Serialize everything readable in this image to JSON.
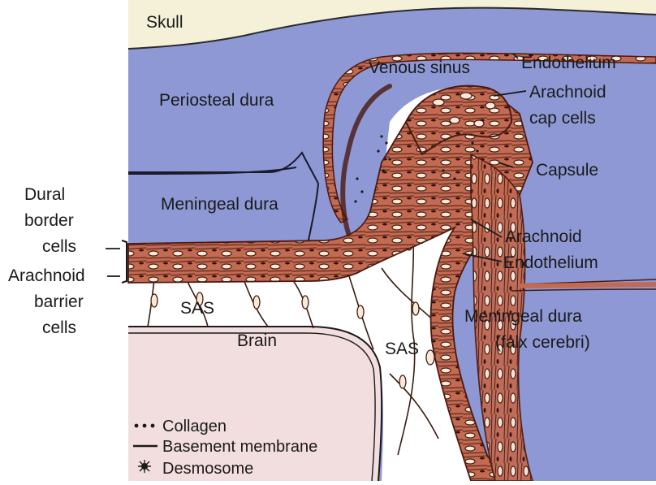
{
  "labels": {
    "skull": "Skull",
    "venous_sinus": "Venous sinus",
    "endothelium_top": "Endothelium",
    "arachnoid_cap_1": "Arachnoid",
    "arachnoid_cap_2": "cap cells",
    "periosteal_dura": "Periosteal dura",
    "capsule": "Capsule",
    "dural_border_1": "Dural",
    "dural_border_2": "border",
    "dural_border_3": "cells",
    "meningeal_dura_left": "Meningeal dura",
    "arachnoid_right": "Arachnoid",
    "arachnoid_barrier_1": "Arachnoid",
    "arachnoid_barrier_2": "barrier",
    "arachnoid_barrier_3": "cells",
    "endothelium_right": "Endothelium",
    "sas_left": "SAS",
    "sas_right": "SAS",
    "brain": "Brain",
    "meningeal_dura_right_1": "Meningeal dura",
    "meningeal_dura_right_2": "(falx cerebri)"
  },
  "legend": [
    {
      "symbol": "dots-icon",
      "label": "Collagen"
    },
    {
      "symbol": "line-icon",
      "label": "Basement membrane"
    },
    {
      "symbol": "star-icon",
      "label": "Desmosome"
    }
  ],
  "colors": {
    "skull": "#f5f0d8",
    "dura": "#8e98d4",
    "cells": "#c0614a",
    "cell_outline": "#5a2418",
    "brain": "#f2dede",
    "sas": "#ffffff"
  }
}
